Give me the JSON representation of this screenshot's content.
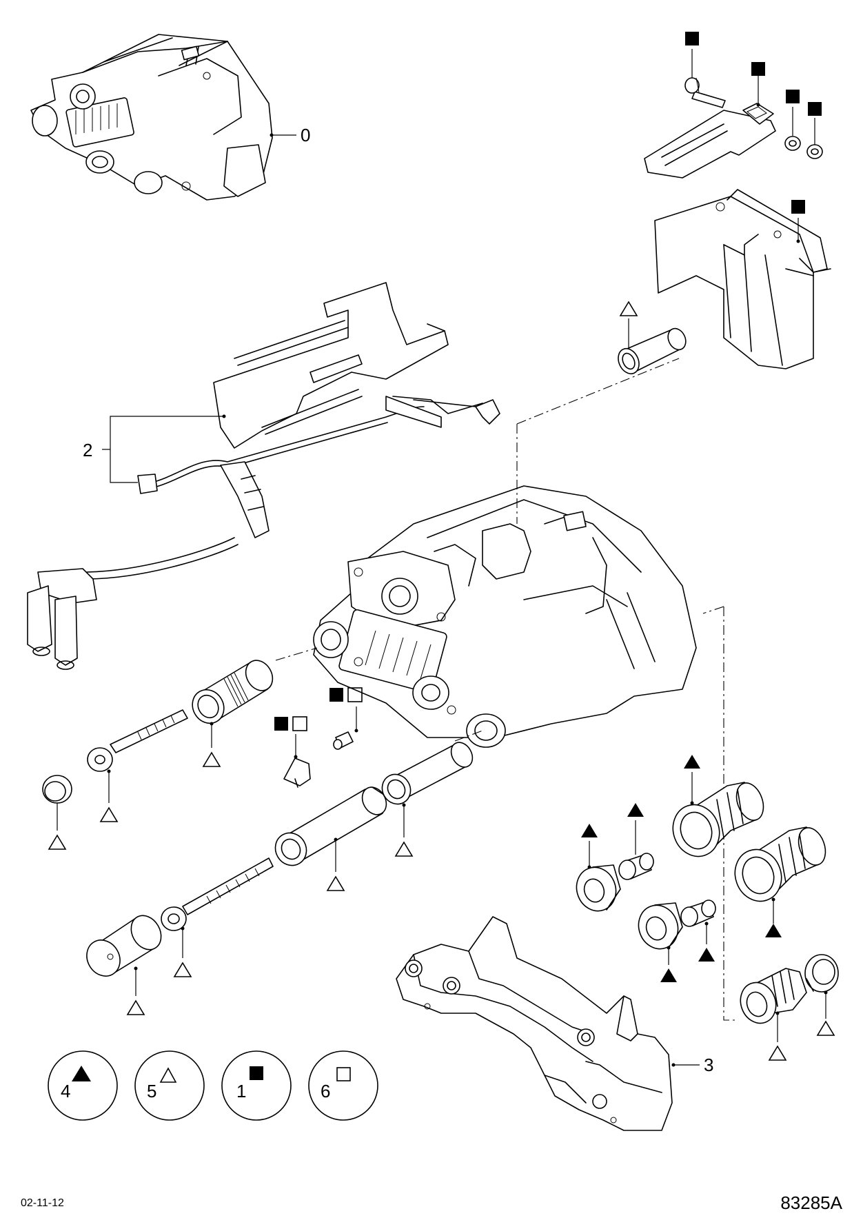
{
  "callouts": {
    "c0": "0",
    "c2": "2",
    "c3": "3"
  },
  "legend": [
    {
      "number": "4",
      "symbol": "filled-triangle"
    },
    {
      "number": "5",
      "symbol": "open-triangle"
    },
    {
      "number": "1",
      "symbol": "filled-square"
    },
    {
      "number": "6",
      "symbol": "open-square"
    }
  ],
  "footer": {
    "date": "02-11-12",
    "doc_number": "83285A"
  }
}
